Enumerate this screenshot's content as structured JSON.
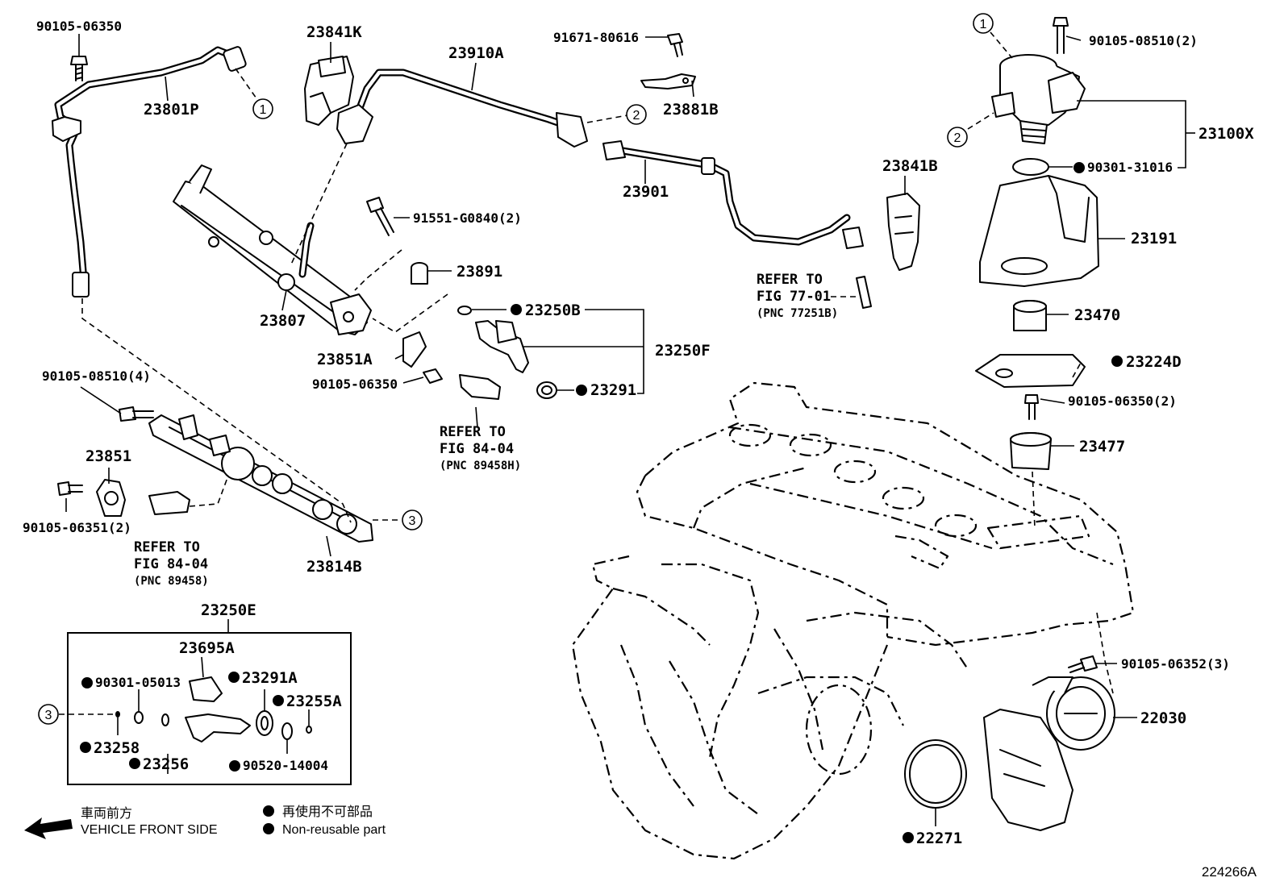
{
  "parts": {
    "p_90105_06350_top": "90105-06350",
    "p_23801P": "23801P",
    "p_23841K": "23841K",
    "p_23910A": "23910A",
    "p_91671_80616": "91671-80616",
    "p_23881B": "23881B",
    "p_90105_08510_2": "90105-08510(2)",
    "p_23100X": "23100X",
    "p_90301_31016": "90301-31016",
    "p_23901": "23901",
    "p_23841B": "23841B",
    "p_23191": "23191",
    "p_91551_G0840": "91551-G0840(2)",
    "p_23891": "23891",
    "p_23807": "23807",
    "p_23250B": "23250B",
    "p_23250F": "23250F",
    "p_23851A": "23851A",
    "p_90105_06350_mid": "90105-06350",
    "p_23291": "23291",
    "p_23470": "23470",
    "p_23224D": "23224D",
    "p_90105_06350_2": "90105-06350(2)",
    "p_23477": "23477",
    "p_90105_08510_4": "90105-08510(4)",
    "p_23851": "23851",
    "p_90105_06351": "90105-06351(2)",
    "p_23814B": "23814B",
    "p_23250E": "23250E",
    "p_23695A": "23695A",
    "p_90301_05013": "90301-05013",
    "p_23291A": "23291A",
    "p_23255A": "23255A",
    "p_23258": "23258",
    "p_23256": "23256",
    "p_90520_14004": "90520-14004",
    "p_90105_06352": "90105-06352(3)",
    "p_22030": "22030",
    "p_22271": "22271"
  },
  "refs": {
    "r1": {
      "line1": "REFER TO",
      "line2": "FIG 77-01",
      "line3": "(PNC 77251B)"
    },
    "r2": {
      "line1": "REFER TO",
      "line2": "FIG 84-04",
      "line3": "(PNC 89458H)"
    },
    "r3": {
      "line1": "REFER TO",
      "line2": "FIG 84-04",
      "line3": "(PNC 89458)"
    }
  },
  "callouts": {
    "c1": "1",
    "c2": "2",
    "c3": "3"
  },
  "legend": {
    "front_jp": "車両前方",
    "front_en": "VEHICLE FRONT SIDE",
    "nonreuse_jp": "再使用不可部品",
    "nonreuse_en": "Non-reusable part"
  },
  "diagram_code": "224266A"
}
